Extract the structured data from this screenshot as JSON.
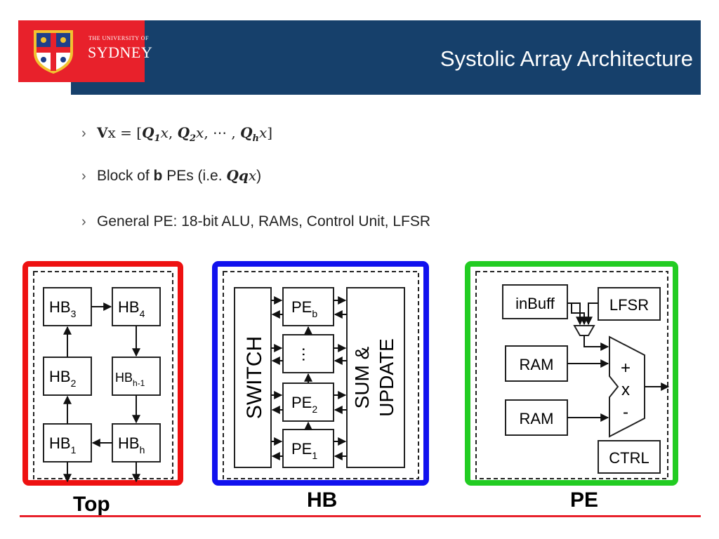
{
  "header": {
    "logo_small": "THE UNIVERSITY OF",
    "logo_big": "SYDNEY",
    "title": "Systolic Array Architecture"
  },
  "bullets": [
    {
      "chevron": "›",
      "b1_v": "V",
      "b1_x": "x",
      "b1_eq": "= [",
      "b1_q1": "Q",
      "b1_s1": "1",
      "b1_x1": "x",
      "b1_c1": ",",
      "b1_q2": "Q",
      "b1_s2": "2",
      "b1_x2": "x",
      "b1_c2": ", ⋯ ,",
      "b1_qh": "Q",
      "b1_sh": "h",
      "b1_xh": "x",
      "b1_end": "]"
    },
    {
      "chevron": "›",
      "text_a": "Block of ",
      "bold": "b",
      "text_b": " PEs (i.e. ",
      "q": "Q",
      "q_sub": "q",
      "x": "x",
      "text_c": ")"
    },
    {
      "chevron": "›",
      "text": "General PE: 18-bit ALU, RAMs, Control Unit, LFSR"
    }
  ],
  "diagram": {
    "top": {
      "caption": "Top",
      "color": "#ee1111",
      "hb3": {
        "base": "HB",
        "sub": "3"
      },
      "hb4": {
        "base": "HB",
        "sub": "4"
      },
      "hb2": {
        "base": "HB",
        "sub": "2"
      },
      "hbh1": {
        "base": "HB",
        "sub": "h-1"
      },
      "hb1": {
        "base": "HB",
        "sub": "1"
      },
      "hbh": {
        "base": "HB",
        "sub": "h"
      }
    },
    "hb": {
      "caption": "HB",
      "color": "#1111ee",
      "switch": "SWITCH",
      "sum_line1": "SUM &",
      "sum_line2": "UPDATE",
      "peb": {
        "base": "PE",
        "sub": "b"
      },
      "dots": "⋯",
      "pe2": {
        "base": "PE",
        "sub": "2"
      },
      "pe1": {
        "base": "PE",
        "sub": "1"
      }
    },
    "pe": {
      "caption": "PE",
      "color": "#22cc22",
      "inbuff": "inBuff",
      "lfsr": "LFSR",
      "ram1": "RAM",
      "ram2": "RAM",
      "ctrl": "CTRL",
      "alu_plus": "+",
      "alu_x": "x",
      "alu_minus": "-"
    }
  },
  "colors": {
    "header_bg": "#16406b",
    "logo_bg": "#e8212b",
    "footer_line": "#e8212b"
  }
}
